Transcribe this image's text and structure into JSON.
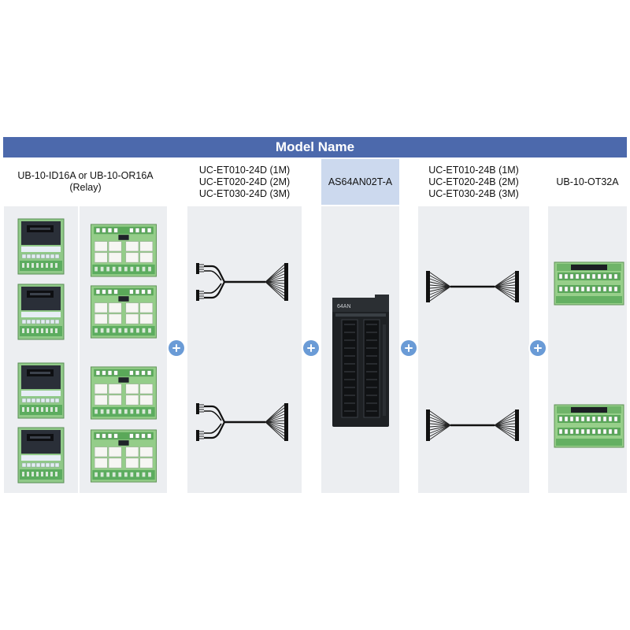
{
  "banner": {
    "title": "Model Name"
  },
  "columns": [
    {
      "lines": [
        "UB-10-ID16A or UB-10-OR16A",
        "(Relay)"
      ]
    },
    {
      "lines": [
        "UC-ET010-24D (1M)",
        "UC-ET020-24D (2M)",
        "UC-ET030-24D (3M)"
      ]
    },
    {
      "lines": [
        "AS64AN02T-A"
      ]
    },
    {
      "lines": [
        "UC-ET010-24B (1M)",
        "UC-ET020-24B (2M)",
        "UC-ET030-24B (3M)"
      ]
    },
    {
      "lines": [
        "UB-10-OT32A"
      ]
    }
  ],
  "module_label": "64AN",
  "icons": [
    "terminal-board-icon",
    "relay-board-icon",
    "split-cable-icon",
    "plc-module-icon",
    "straight-cable-icon",
    "output-board-icon",
    "plus-icon"
  ],
  "colors": {
    "banner": "#4c69ac",
    "highlight": "#ccd9ee",
    "panel": "#eceef1",
    "plus": "#6a9bd6",
    "board_green": "#92cc88"
  }
}
